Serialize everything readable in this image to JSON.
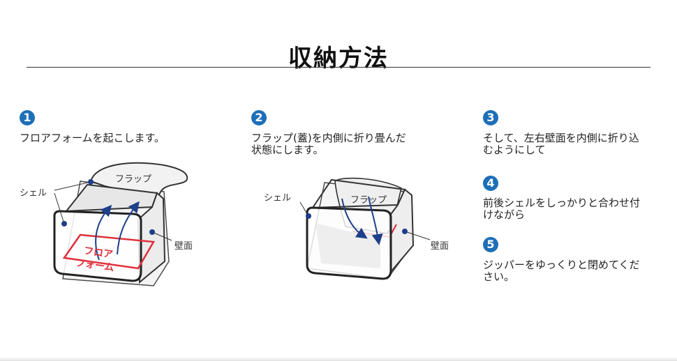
{
  "title": "収納方法",
  "steps": [
    {
      "number": "1",
      "text": "フロアフォームを起こします。"
    },
    {
      "number": "2",
      "text": "フラップ(蓋)を内側に折り畳んだ\n状態にします。"
    },
    {
      "number": "3",
      "text": "そして、左右壁面を内側に折り込\nむようにして"
    },
    {
      "number": "4",
      "text": "前後シェルをしっかりと合わせ付\nけながら"
    },
    {
      "number": "5",
      "text": "ジッパーをゆっくりと閉めてくだ\nさい。"
    }
  ],
  "figure1": {
    "flap": "フラップ",
    "shell": "シェル",
    "wall": "壁面",
    "floor_line1": "フロア",
    "floor_line2": "フォーム"
  },
  "figure2": {
    "flap": "フラップ",
    "shell": "シェル",
    "wall": "壁面"
  },
  "colors": {
    "badge": "#1d6fb8",
    "accent_red": "#e0303a"
  }
}
